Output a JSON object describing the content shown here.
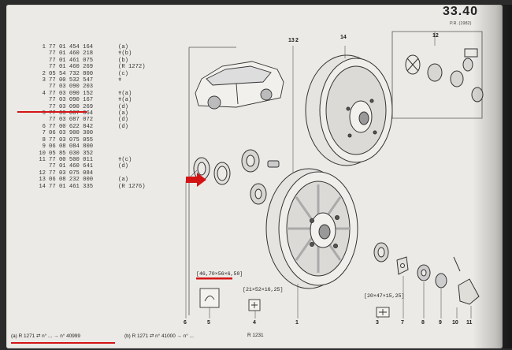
{
  "header": {
    "section_number": "33.40",
    "section_sub": "P.R. (1982)"
  },
  "parts_list": [
    {
      "num": "1",
      "ref": "77 01 454 164",
      "note": "(a)"
    },
    {
      "num": "",
      "ref": "77 01 460 218",
      "note": "✝(b)"
    },
    {
      "num": "",
      "ref": "77 01 461 075",
      "note": "(b)"
    },
    {
      "num": "",
      "ref": "77 01 460 269",
      "note": "(R 1272)"
    },
    {
      "num": "2",
      "ref": "05 54 732 800",
      "note": "(c)"
    },
    {
      "num": "3",
      "ref": "77 00 532 547",
      "note": "✝"
    },
    {
      "num": "",
      "ref": "77 03 090 203",
      "note": ""
    },
    {
      "num": "4",
      "ref": "77 03 090 152",
      "note": "✝(a)"
    },
    {
      "num": "",
      "ref": "77 03 090 167",
      "note": "✝(a)"
    },
    {
      "num": "",
      "ref": "77 03 090 269",
      "note": "(d)"
    },
    {
      "num": "5",
      "ref": "77 03 087 064",
      "note": "(a)"
    },
    {
      "num": "",
      "ref": "77 03 087 072",
      "note": "(d)"
    },
    {
      "num": "6",
      "ref": "77 00 622 842",
      "note": "(d)"
    },
    {
      "num": "7",
      "ref": "06 03 900 300",
      "note": ""
    },
    {
      "num": "8",
      "ref": "77 03 075 055",
      "note": ""
    },
    {
      "num": "9",
      "ref": "06 08 084 800",
      "note": ""
    },
    {
      "num": "10",
      "ref": "05 85 030 352",
      "note": ""
    },
    {
      "num": "11",
      "ref": "77 00 500 011",
      "note": "✝(c)"
    },
    {
      "num": "",
      "ref": "77 01 460 641",
      "note": "(d)"
    },
    {
      "num": "12",
      "ref": "77 03 075 084",
      "note": ""
    },
    {
      "num": "13",
      "ref": "06 08 232 000",
      "note": "(a)"
    },
    {
      "num": "14",
      "ref": "77 01 461 335",
      "note": "(R 1276)"
    }
  ],
  "dimensions": {
    "seal_left": "[46,70×56×6,50]",
    "bearing_inner": "[21×52×16,25]",
    "bearing_outer": "[20×47×15,25]"
  },
  "callouts": [
    "1",
    "2",
    "3",
    "4",
    "5",
    "6",
    "7",
    "8",
    "9",
    "10",
    "11",
    "12",
    "13",
    "14"
  ],
  "footer": {
    "left": "(a)  R 1271  ⇄  n° ...  →  n° 40999",
    "middle": "(b)  R 1271  ⇄  n° 41000  →  n° ...",
    "right": "R 1231"
  },
  "colors": {
    "highlight": "#d41414",
    "paper": "#eceae6",
    "ink": "#222222"
  }
}
